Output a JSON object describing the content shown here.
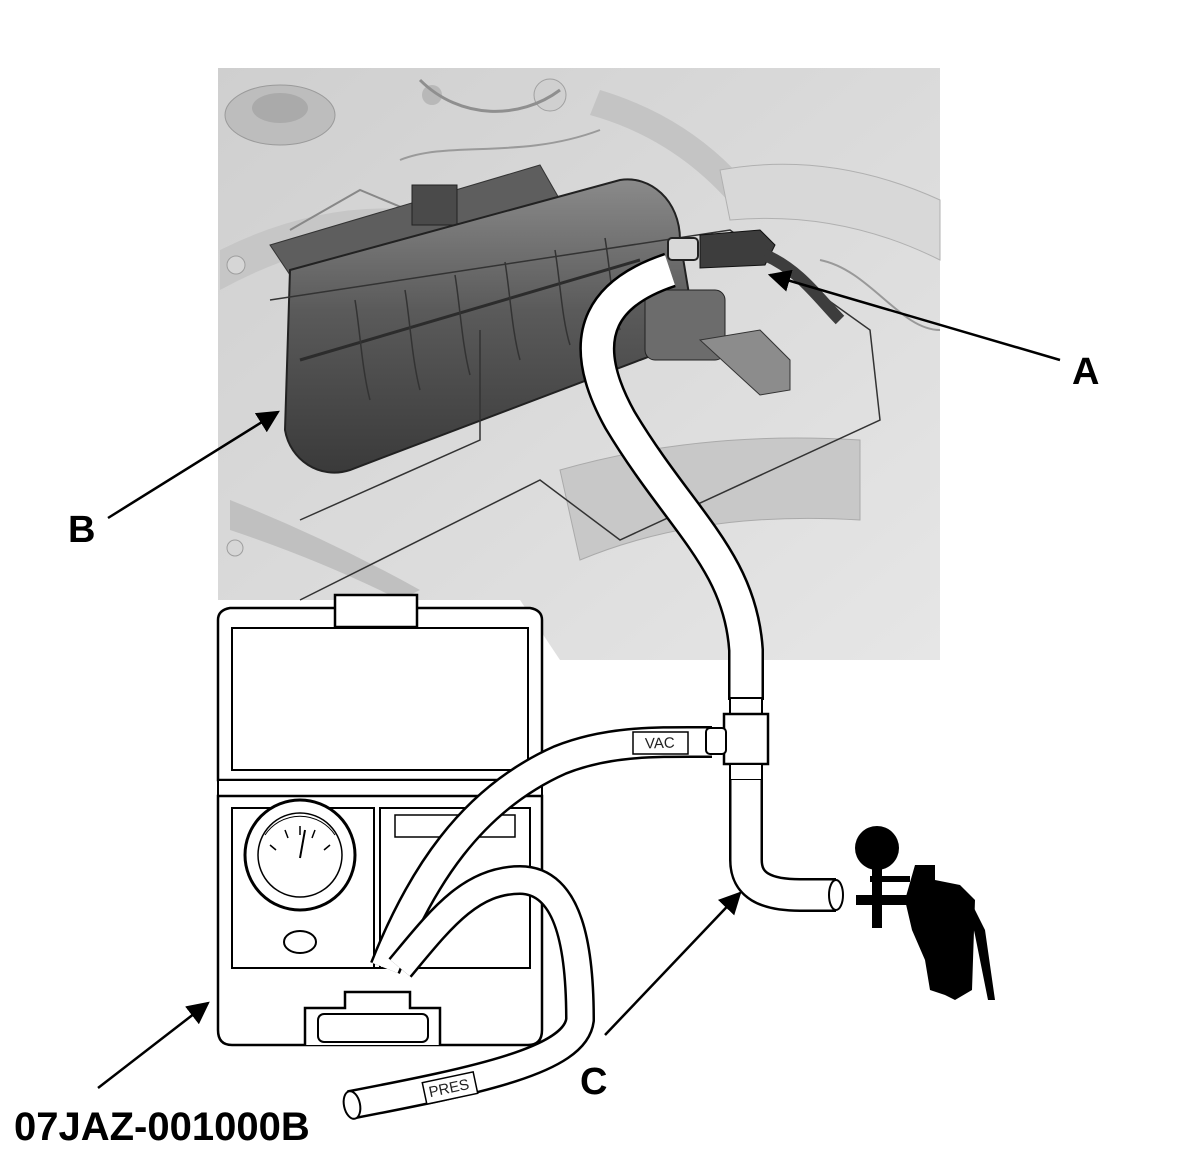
{
  "callouts": {
    "a": "A",
    "b": "B",
    "c": "C"
  },
  "hose_labels": {
    "vac": "VAC",
    "pres": "PRES"
  },
  "tool_number": "07JAZ-001000B",
  "colors": {
    "background": "#ffffff",
    "photo_bg": "#d9d9d9",
    "canister_dark": "#4d4d4d",
    "line": "#000000"
  },
  "icons": {
    "arrow": "arrow-icon",
    "pressure_gauge": "pressure-gauge-icon",
    "vacuum_pump": "vacuum-pump-icon"
  }
}
